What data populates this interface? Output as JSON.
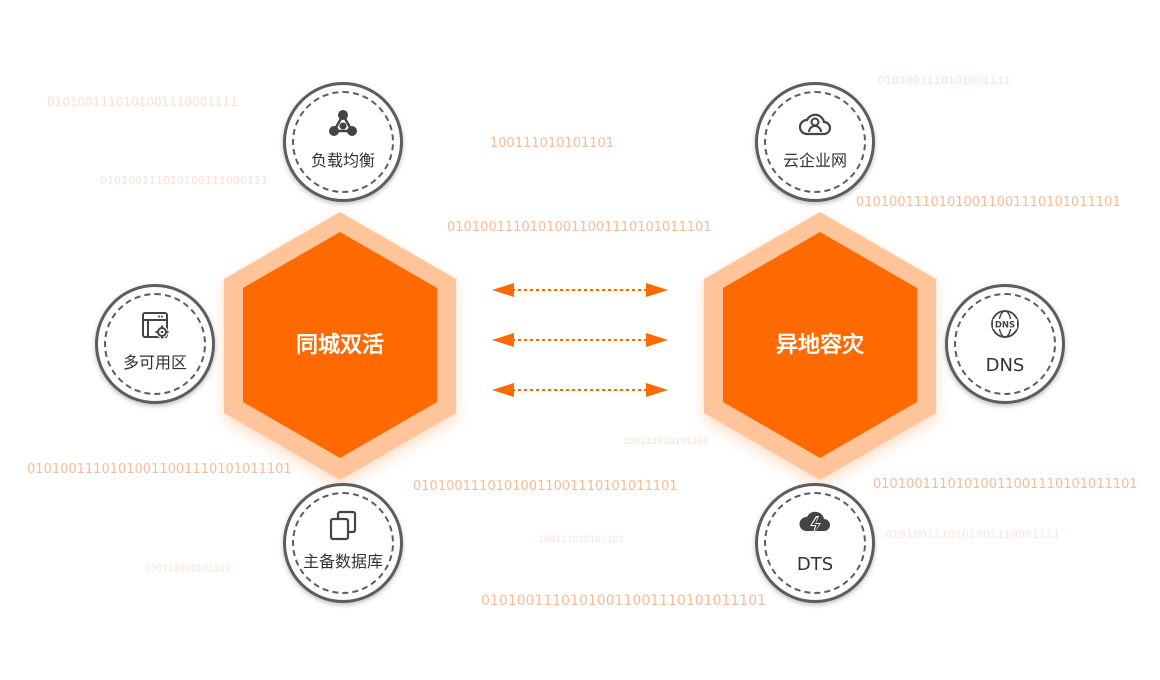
{
  "diagram": {
    "left_hub": {
      "label": "同城双活"
    },
    "right_hub": {
      "label": "异地容灾"
    },
    "left_nodes": [
      {
        "label": "负载均衡",
        "icon": "network-nodes-icon"
      },
      {
        "label": "多可用区",
        "icon": "server-gear-icon"
      },
      {
        "label": "主备数据库",
        "icon": "copy-icon"
      }
    ],
    "right_nodes": [
      {
        "label": "云企业网",
        "icon": "cloud-user-icon"
      },
      {
        "label": "DNS",
        "icon": "dns-globe-icon",
        "icon_text": "DNS"
      },
      {
        "label": "DTS",
        "icon": "cloud-lightning-icon"
      }
    ],
    "connectors": [
      "bidirectional-dashed-arrow",
      "bidirectional-dashed-arrow",
      "bidirectional-dashed-arrow"
    ]
  },
  "background_binary": [
    "0101001110101001110001111",
    "010100111010100111000111",
    "100111010101101",
    "01010011101010011001110101011101",
    "0101001110101001111",
    "01010011101010011001110101011101",
    "01010011101010011001110101011101",
    "01010011101010011001110101011101",
    "100111010101101",
    "01010011101010011001110101011101",
    "100111010101101",
    "0101001110101001110001111",
    "100111010101101",
    "01010011101010011001110101011101"
  ],
  "colors": {
    "accent": "#ff6a00",
    "accent_light": "#ffc49a",
    "node_border": "#5d5d5d",
    "node_text": "#333333",
    "binary_text": "#f6b992"
  }
}
